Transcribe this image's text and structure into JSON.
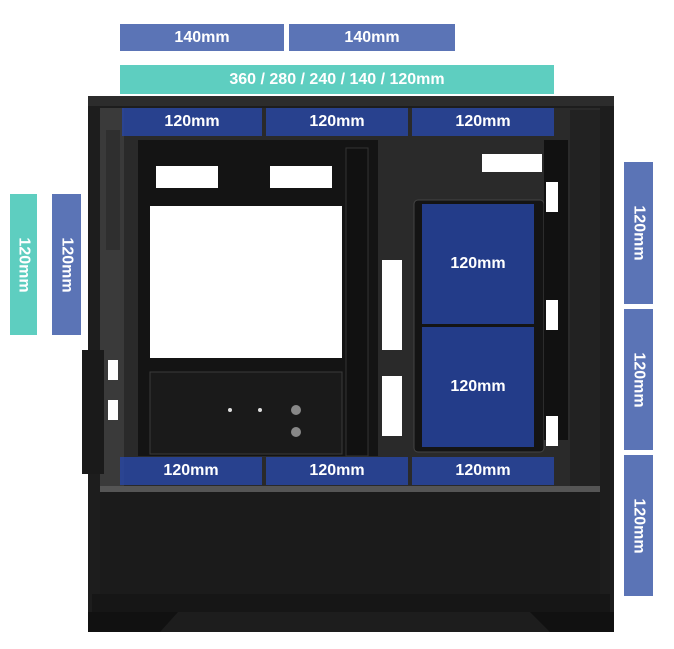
{
  "top_radiator_labels": {
    "fan_140_left": "140mm",
    "fan_140_right": "140mm",
    "radiator_sizes": "360 / 280 / 240 / 140 / 120mm"
  },
  "top_fans": [
    "120mm",
    "120mm",
    "120mm"
  ],
  "bottom_fans": [
    "120mm",
    "120mm",
    "120mm"
  ],
  "side_fans": [
    "120mm",
    "120mm"
  ],
  "rear_fans": [
    "120mm",
    "120mm"
  ],
  "front_fans": [
    "120mm",
    "120mm",
    "120mm"
  ],
  "colors": {
    "label_blue": "#5b74b6",
    "label_teal": "#5ecec0",
    "overlay_blue": "#2848aa",
    "case_black": "#1d1d1d"
  }
}
